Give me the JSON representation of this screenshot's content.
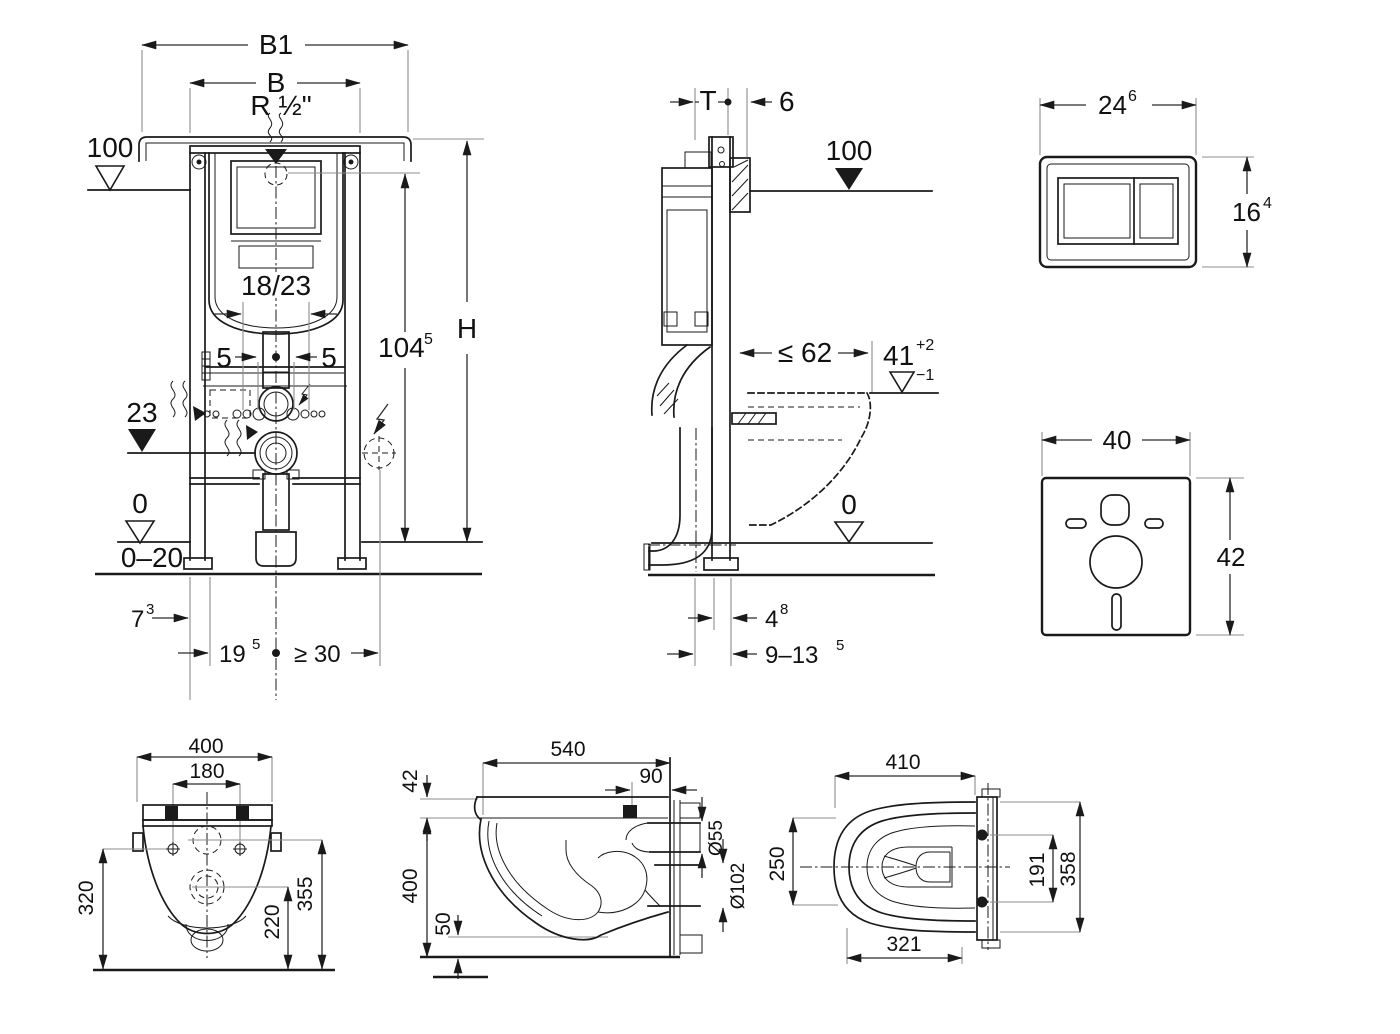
{
  "colors": {
    "ink": "#1a1a1a",
    "ref_line": "#8d8d8d",
    "background": "#ffffff"
  },
  "views": {
    "front": {
      "b1": "B1",
      "b": "B",
      "r_half": "R ½\"",
      "level_100": "100",
      "range_18_23": "18/23",
      "five_left": "5",
      "five_right": "5",
      "h104": {
        "base": "104",
        "sup": "5"
      },
      "h": "H",
      "level_23": "23",
      "level_0": "0",
      "floor_range": "0–20",
      "d7": {
        "base": "7",
        "sup": "3"
      },
      "d19": {
        "base": "19",
        "sup": "5"
      },
      "d30": "≥ 30"
    },
    "side": {
      "t": "T",
      "six": "6",
      "level_100": "100",
      "le_62": "≤ 62",
      "d41": {
        "base": "41",
        "sup": "+2",
        "sub": "−1"
      },
      "level_0": "0",
      "d4": {
        "base": "4",
        "sup": "8"
      },
      "d9_13": {
        "base": "9–13",
        "sup": "5"
      }
    },
    "flush_plate": {
      "width": {
        "base": "24",
        "sup": "6"
      },
      "height": {
        "base": "16",
        "sup": "4"
      }
    },
    "sound_pad": {
      "width": "40",
      "height": "42"
    },
    "bowl_rear": {
      "d400": "400",
      "d180": "180",
      "d320": "320",
      "d220": "220",
      "d355": "355"
    },
    "bowl_side": {
      "d540": "540",
      "d42": "42",
      "d90": "90",
      "d400": "400",
      "d50": "50",
      "d55": "Ø55",
      "d102": "Ø102"
    },
    "bowl_top": {
      "d410": "410",
      "d250": "250",
      "d321": "321",
      "d191": "191",
      "d358": "358"
    }
  }
}
